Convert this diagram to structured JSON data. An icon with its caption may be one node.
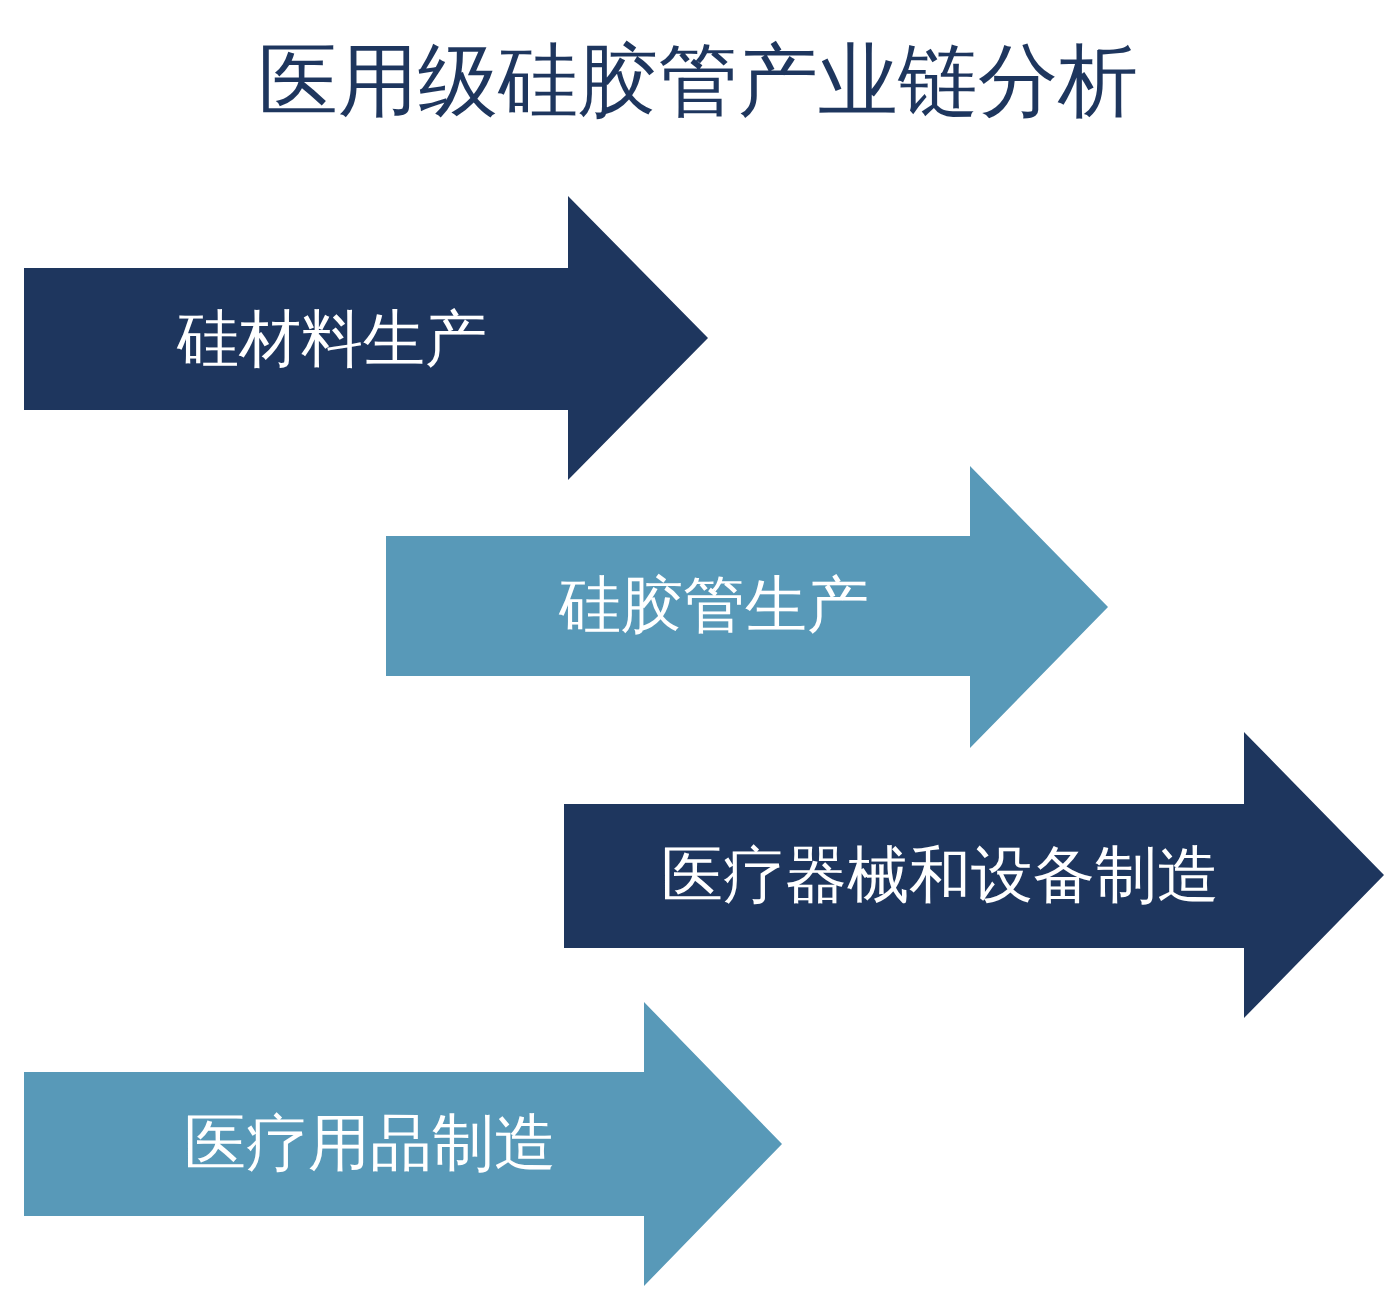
{
  "diagram": {
    "title": "医用级硅胶管产业链分析",
    "nodes": [
      {
        "text": [
          "硅材料生产"
        ]
      },
      {
        "text": [
          "硅胶管生产"
        ]
      },
      {
        "text": [
          "医疗器械和设备制造"
        ]
      },
      {
        "text": [
          "医疗用品制造"
        ]
      }
    ]
  }
}
